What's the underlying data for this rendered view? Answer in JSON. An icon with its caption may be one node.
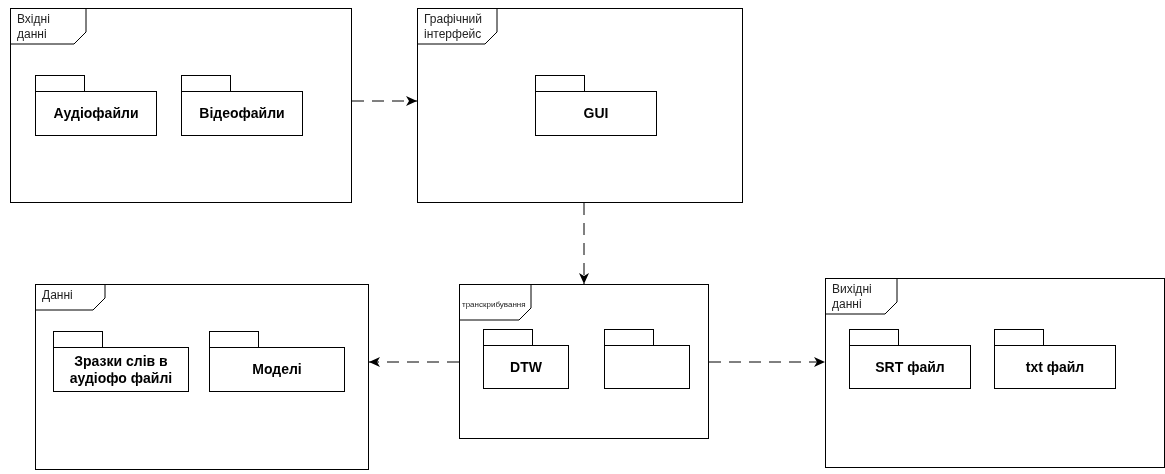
{
  "diagram": {
    "nodes": [
      {
        "text": [
          "Вхідні данні"
        ]
      },
      {
        "text": [
          "Аудіофайли"
        ],
        "in": 0
      },
      {
        "text": [
          "Відеофайли"
        ],
        "in": 0
      },
      {
        "text": [
          "Графічний інтерфейс"
        ]
      },
      {
        "text": [
          "GUI"
        ],
        "in": 3
      },
      {
        "text": [
          "Данні"
        ]
      },
      {
        "text": [
          "Зразки слів в аудіофо файлі"
        ],
        "in": 5
      },
      {
        "text": [
          "Моделі"
        ],
        "in": 5
      },
      {
        "text": [
          "транскрибування"
        ]
      },
      {
        "text": [
          "DTW"
        ],
        "in": 8
      },
      {
        "text": [],
        "shape": "box",
        "in": 8
      },
      {
        "text": [
          "Вихідні данні"
        ]
      },
      {
        "text": [
          "SRT файл"
        ],
        "in": 11
      },
      {
        "text": [
          "txt файл"
        ],
        "in": 11
      }
    ],
    "edges": [
      {
        "from": 0,
        "to": 3,
        "arrow": "to",
        "style": "dashed"
      },
      {
        "from": 3,
        "to": 8,
        "arrow": "to",
        "style": "dashed"
      },
      {
        "from": 8,
        "to": 5,
        "arrow": "to",
        "style": "dashed"
      },
      {
        "from": 8,
        "to": 11,
        "arrow": "to",
        "style": "dashed"
      }
    ]
  }
}
